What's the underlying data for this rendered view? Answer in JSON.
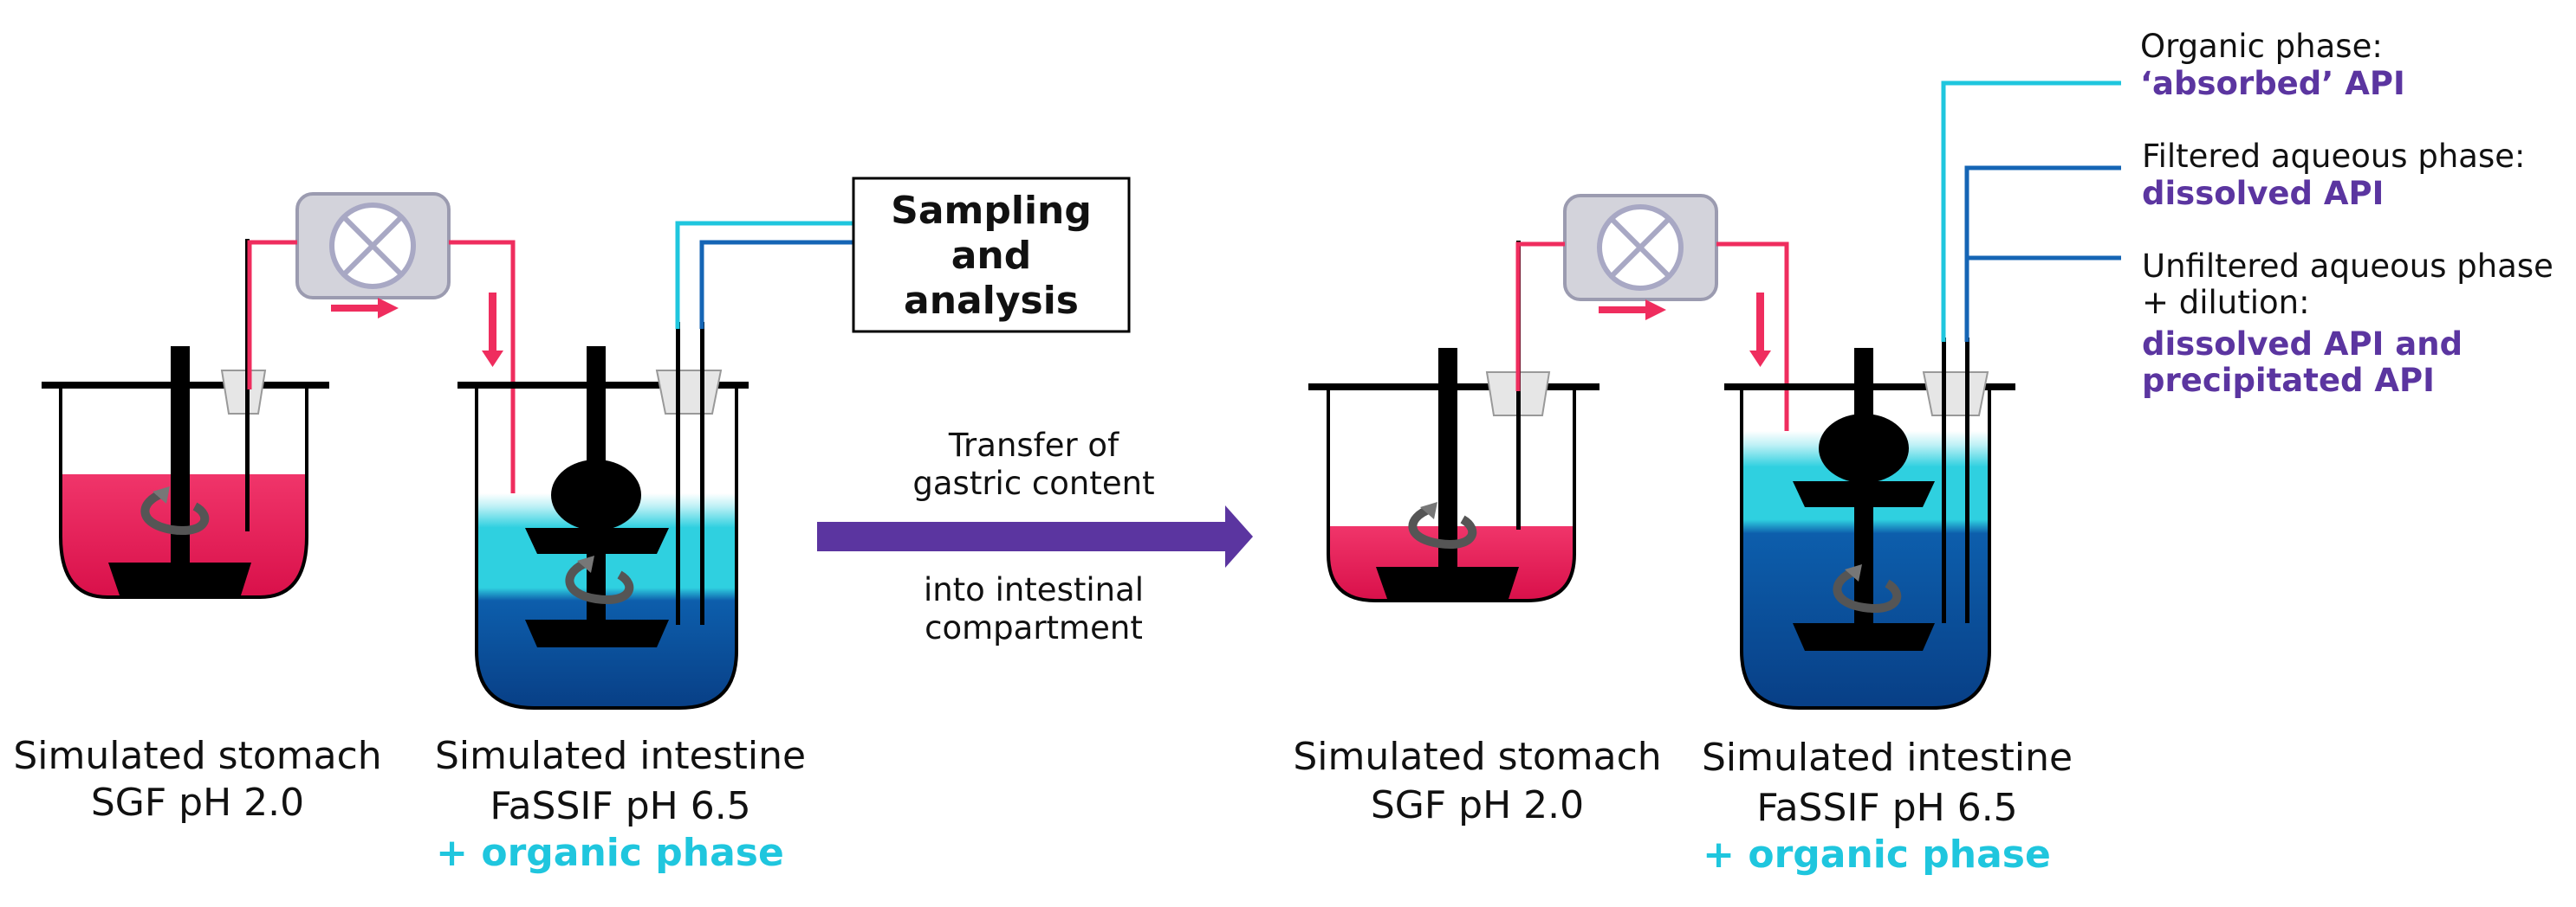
{
  "setup_left": {
    "stomach": {
      "line1": "Simulated stomach",
      "line2": "SGF pH 2.0"
    },
    "intestine": {
      "line1": "Simulated intestine",
      "line2": "FaSSIF pH 6.5",
      "organic": "+ organic phase"
    },
    "sampling_box": {
      "line1": "Sampling",
      "line2": "and",
      "line3": "analysis"
    }
  },
  "transfer": {
    "line1": "Transfer of",
    "line2": "gastric content",
    "line3": "into intestinal",
    "line4": "compartment"
  },
  "setup_right": {
    "stomach": {
      "line1": "Simulated stomach",
      "line2": "SGF pH 2.0"
    },
    "intestine": {
      "line1": "Simulated intestine",
      "line2": "FaSSIF pH 6.5",
      "organic": "+ organic phase"
    }
  },
  "legend": {
    "organic": {
      "title": "Organic phase:",
      "value": "‘absorbed’ API"
    },
    "filtered": {
      "title": "Filtered aqueous phase:",
      "value": "dissolved API"
    },
    "unfiltered": {
      "title1": "Unfiltered aqueous phase",
      "title2": "+ dilution:",
      "value1": "dissolved API and",
      "value2": "precipitated API"
    }
  },
  "colors": {
    "stomach_fluid": "#e8194f",
    "organic_phase": "#2fd0e0",
    "aqueous_phase": "#0b5aa8",
    "tube_red": "#ef2d5e",
    "tube_cyan": "#1fc6de",
    "tube_blue": "#1565b5",
    "arrow_purple": "#5b35a0",
    "legend_purple": "#5b35a0"
  },
  "icons": [
    "pump-icon",
    "stirrer-icon",
    "probe-icon",
    "flow-arrow-icon",
    "transfer-arrow-icon"
  ]
}
